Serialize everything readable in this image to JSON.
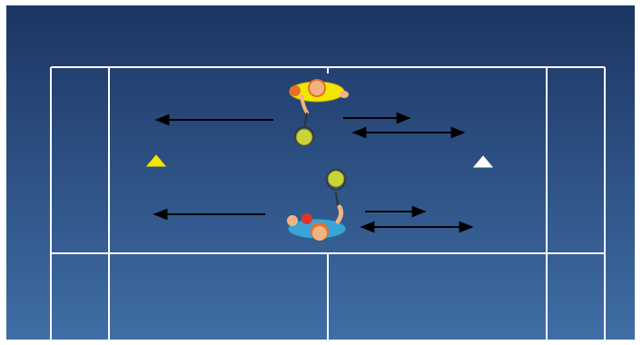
{
  "diagram": {
    "kind": "tennis-court-drill",
    "colors": {
      "background_top": "#1c3563",
      "background_bottom": "#3f6ea5",
      "court_lines": "#ffffff",
      "arrows": "#000000",
      "player_top_shirt": "#f2e600",
      "player_bottom_shirt": "#3ba3d6",
      "player_head": "#f0b482",
      "player_hair": "#e8702a",
      "player_bottom_hand": "#e2322a",
      "ball": "#c8d43a",
      "cone_left": "#f5e400",
      "cone_right": "#ffffff"
    },
    "players": [
      {
        "id": "top-player",
        "shirt": "yellow",
        "racket_direction": "down"
      },
      {
        "id": "bottom-player",
        "shirt": "blue",
        "racket_direction": "up"
      }
    ],
    "cones": [
      {
        "id": "left-cone",
        "color": "yellow"
      },
      {
        "id": "right-cone",
        "color": "white"
      }
    ],
    "arrows": [
      {
        "id": "top-left-arrow",
        "direction": "left"
      },
      {
        "id": "top-right-arrow",
        "direction": "right"
      },
      {
        "id": "top-double-arrow",
        "direction": "both"
      },
      {
        "id": "bottom-left-arrow",
        "direction": "left"
      },
      {
        "id": "bottom-right-arrow",
        "direction": "right"
      },
      {
        "id": "bottom-double-arrow",
        "direction": "both"
      }
    ]
  }
}
